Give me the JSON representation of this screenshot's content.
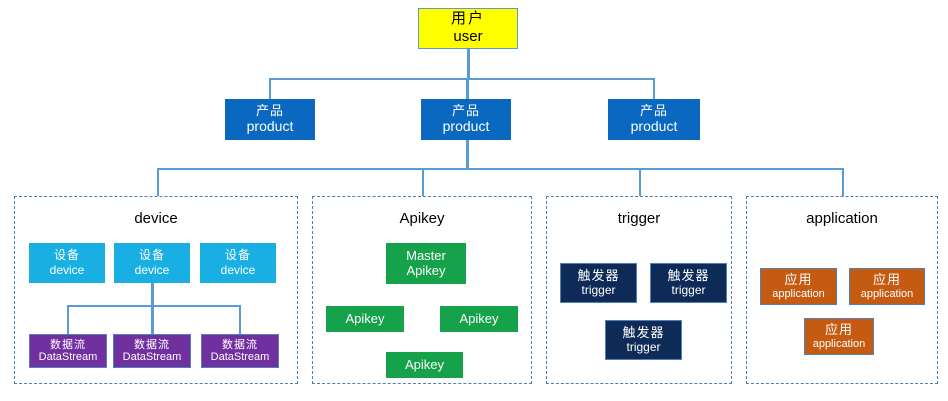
{
  "diagram": {
    "title_root": {
      "cn": "用户",
      "en": "user"
    },
    "products": [
      {
        "cn": "产品",
        "en": "product"
      },
      {
        "cn": "产品",
        "en": "product"
      },
      {
        "cn": "产品",
        "en": "product"
      }
    ],
    "panels": [
      {
        "title": "device"
      },
      {
        "title": "Apikey"
      },
      {
        "title": "trigger"
      },
      {
        "title": "application"
      }
    ],
    "devices": [
      {
        "cn": "设备",
        "en": "device"
      },
      {
        "cn": "设备",
        "en": "device"
      },
      {
        "cn": "设备",
        "en": "device"
      }
    ],
    "datastreams": [
      {
        "cn": "数据流",
        "en": "DataStream"
      },
      {
        "cn": "数据流",
        "en": "DataStream"
      },
      {
        "cn": "数据流",
        "en": "DataStream"
      }
    ],
    "apikeys": {
      "master": {
        "line1": "Master",
        "line2": "Apikey"
      },
      "left": {
        "en": "Apikey"
      },
      "right": {
        "en": "Apikey"
      },
      "bottom": {
        "en": "Apikey"
      }
    },
    "triggers": [
      {
        "cn": "触发器",
        "en": "trigger"
      },
      {
        "cn": "触发器",
        "en": "trigger"
      },
      {
        "cn": "触发器",
        "en": "trigger"
      }
    ],
    "applications": [
      {
        "cn": "应用",
        "en": "application"
      },
      {
        "cn": "应用",
        "en": "application"
      },
      {
        "cn": "应用",
        "en": "application"
      }
    ],
    "colors": {
      "user_fill": "#FFFF00",
      "product_fill": "#0A68C1",
      "device_fill": "#19AFE2",
      "datastream_fill": "#7030A0",
      "apikey_fill": "#15A24A",
      "trigger_fill": "#0E2A56",
      "application_fill": "#C55A11",
      "connector": "#5B9BD5",
      "panel_border": "#4A7EBB"
    }
  }
}
